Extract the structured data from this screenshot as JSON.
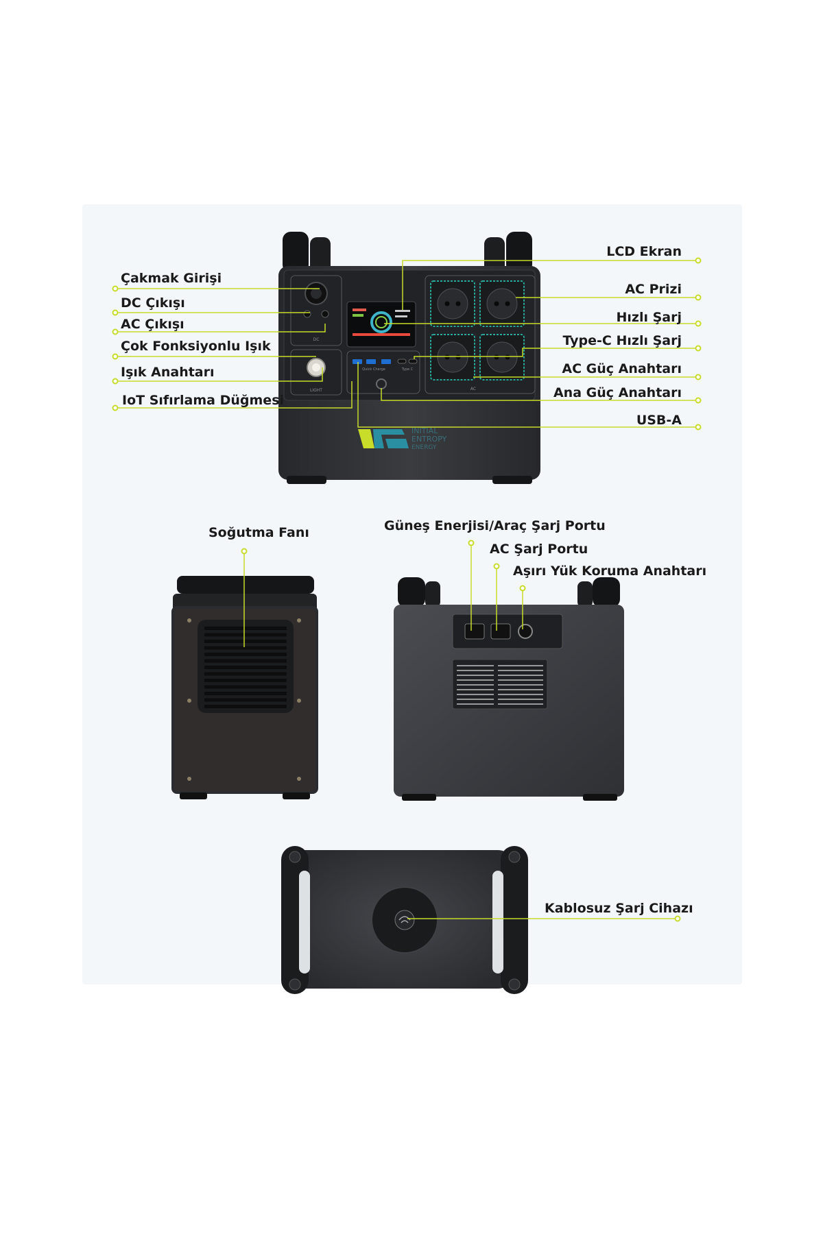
{
  "front_labels_left": [
    {
      "id": "cigarette",
      "text": "Çakmak Girişi"
    },
    {
      "id": "dc-out",
      "text": "DC Çıkışı"
    },
    {
      "id": "ac-out",
      "text": "AC Çıkışı"
    },
    {
      "id": "multi-light",
      "text": "Çok Fonksiyonlu Işık"
    },
    {
      "id": "light-switch",
      "text": "Işık Anahtarı"
    },
    {
      "id": "iot-reset",
      "text": "IoT Sıfırlama Düğmesi"
    }
  ],
  "front_labels_right": [
    {
      "id": "lcd",
      "text": "LCD Ekran"
    },
    {
      "id": "ac-socket",
      "text": "AC Prizi"
    },
    {
      "id": "fast-charge",
      "text": "Hızlı Şarj"
    },
    {
      "id": "typec",
      "text": "Type-C Hızlı Şarj"
    },
    {
      "id": "ac-power-switch",
      "text": "AC Güç Anahtarı"
    },
    {
      "id": "main-power-switch",
      "text": "Ana Güç Anahtarı"
    },
    {
      "id": "usba",
      "text": "USB-A"
    }
  ],
  "side_labels": {
    "fan": "Soğutma Fanı",
    "solar": "Güneş Enerjisi/Araç Şarj Portu",
    "ac_charge": "AC Şarj Portu",
    "overload": "Aşırı Yük Koruma Anahtarı"
  },
  "top_label": "Kablosuz Şarj Cihazı",
  "device_markings": {
    "brand_line1": "INITIAL",
    "brand_line2": "ENTROPY",
    "brand_line3": "ENERGY",
    "light": "LIGHT",
    "dc": "DC",
    "ac": "AC",
    "quick_charge": "Quick Charge",
    "type_c": "Type C"
  },
  "colors": {
    "accent": "#c8dc2a",
    "device_body": "#2e3033",
    "device_dark": "#1c1d1f",
    "socket_border": "#2aa89a"
  }
}
